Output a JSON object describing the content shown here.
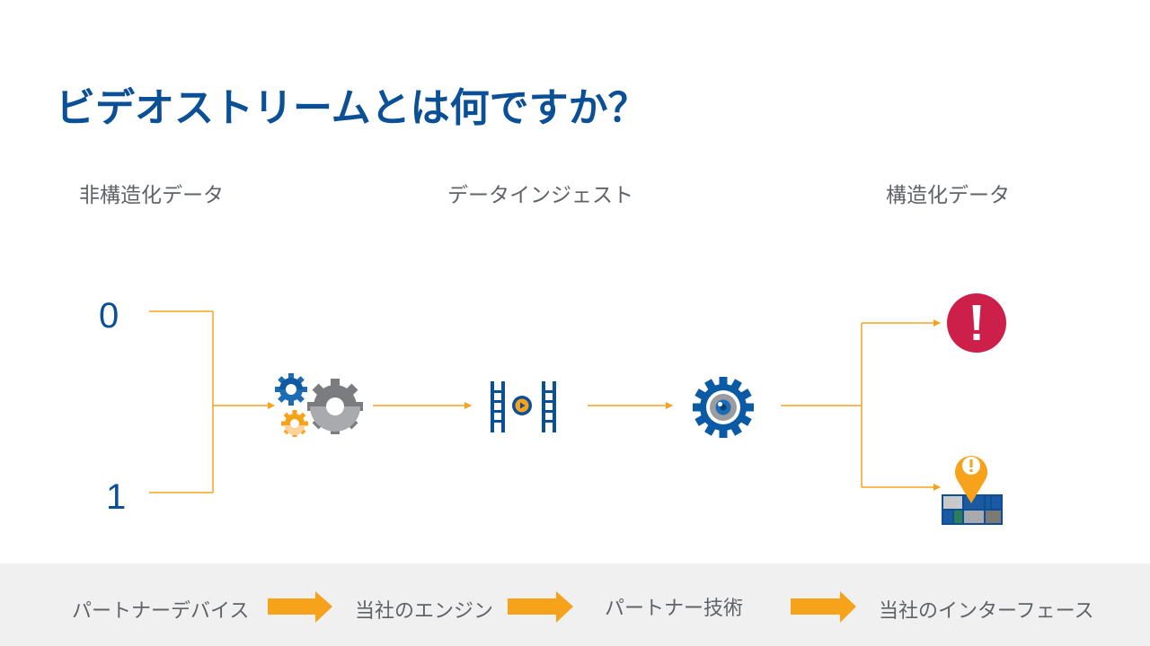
{
  "title": "ビデオストリームとは何ですか？",
  "stages": {
    "unstructured": "非構造化データ",
    "ingest": "データインジェスト",
    "structured": "構造化データ"
  },
  "bits": {
    "zero": "0",
    "one": "1"
  },
  "icons": {
    "processing": "gears-icon",
    "ingest": "film-strip-play-icon",
    "analysis": "gear-eye-icon",
    "alert": "alert-circle-icon",
    "map": "map-pin-alert-icon"
  },
  "footer": {
    "steps": [
      "パートナーデバイス",
      "当社のエンジン",
      "パートナー技術",
      "当社のインターフェース"
    ]
  },
  "colors": {
    "title": "#0b4f96",
    "connector": "#f7a21b",
    "alert": "#cc1f4a",
    "text": "#5f6368",
    "footer_bg": "#f0f0f0"
  }
}
